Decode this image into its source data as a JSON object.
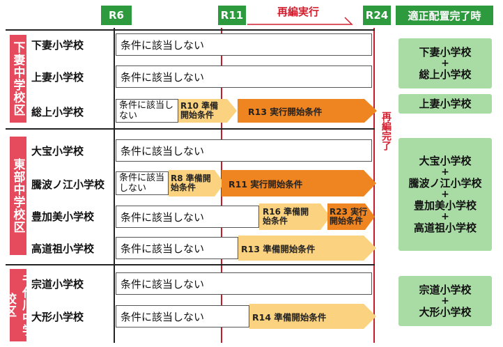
{
  "header": {
    "r6": "R6",
    "r11": "R11",
    "execution": "再編実行",
    "r24": "R24",
    "final_title": "適正配置完了時"
  },
  "vertical_label": "再編完了",
  "districts": [
    {
      "label": "下妻中学校区"
    },
    {
      "label": "東部中学校区"
    },
    {
      "label": "千代川中学校区"
    }
  ],
  "rows": [
    {
      "school": "下妻小学校",
      "status": "条件に該当しない"
    },
    {
      "school": "上妻小学校",
      "status": "条件に該当しない"
    },
    {
      "school": "総上小学校",
      "status": "条件に該当しない",
      "arrows": [
        "R10 準備開始条件",
        "R13 実行開始条件"
      ]
    },
    {
      "school": "大宝小学校",
      "status": "条件に該当しない"
    },
    {
      "school": "騰波ノ江小学校",
      "status": "条件に該当しない",
      "arrows": [
        "R8 準備開始条件",
        "R11 実行開始条件"
      ]
    },
    {
      "school": "豊加美小学校",
      "status": "条件に該当しない",
      "arrows": [
        "R16 準備開始条件",
        "R23 実行開始条件"
      ]
    },
    {
      "school": "高道祖小学校",
      "status": "条件に該当しない",
      "arrows": [
        "R13 準備開始条件"
      ]
    },
    {
      "school": "宗道小学校",
      "status": "条件に該当しない"
    },
    {
      "school": "大形小学校",
      "status": "条件に該当しない",
      "arrows": [
        "R14 準備開始条件"
      ]
    }
  ],
  "finals": [
    {
      "lines": [
        "下妻小学校",
        "+",
        "総上小学校"
      ]
    },
    {
      "lines": [
        "上妻小学校"
      ]
    },
    {
      "lines": [
        "大宝小学校",
        "+",
        "騰波ノ江小学校",
        "+",
        "豊加美小学校",
        "+",
        "高道祖小学校"
      ]
    },
    {
      "lines": [
        "宗道小学校",
        "+",
        "大形小学校"
      ]
    }
  ],
  "colors": {
    "header_green": "#2e9a3e",
    "district_red": "#e54b5d",
    "prep_arrow": "#fbd27f",
    "exec_arrow": "#ee8520",
    "final_green": "#a9dba5",
    "timeline_red": "#d21e2e"
  }
}
